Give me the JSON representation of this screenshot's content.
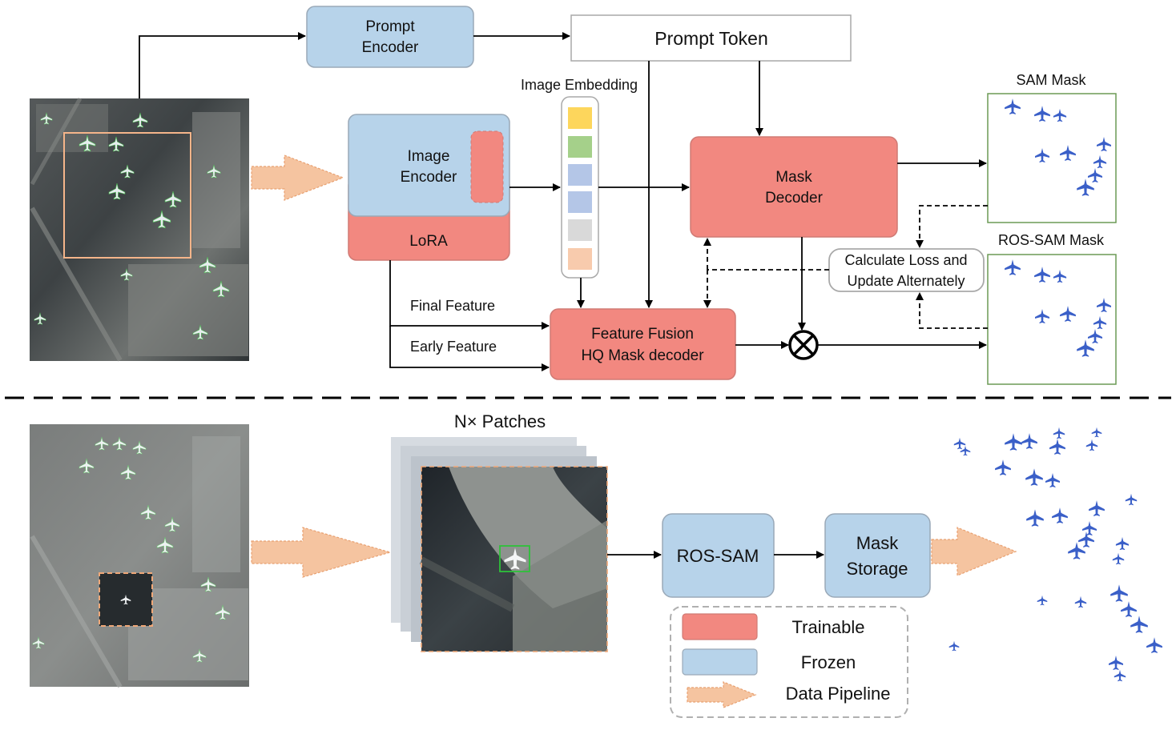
{
  "top": {
    "prompt_encoder": [
      "Prompt",
      "Encoder"
    ],
    "prompt_token": "Prompt Token",
    "image_embedding": "Image Embedding",
    "image_encoder": [
      "Image",
      "Encoder"
    ],
    "lora": "LoRA",
    "mask_decoder": [
      "Mask",
      "Decoder"
    ],
    "final_feature": "Final Feature",
    "early_feature": "Early Feature",
    "fusion_decoder": [
      "Feature Fusion",
      "HQ Mask decoder"
    ],
    "calc_loss": [
      "Calculate Loss and",
      "Update Alternately"
    ],
    "sam_mask": "SAM Mask",
    "ros_sam_mask": "ROS-SAM Mask"
  },
  "bottom": {
    "patches": "N× Patches",
    "ros_sam": "ROS-SAM",
    "mask_storage": [
      "Mask",
      "Storage"
    ]
  },
  "legend": {
    "trainable": "Trainable",
    "frozen": "Frozen",
    "pipeline": "Data Pipeline"
  },
  "colors": {
    "trainable": "#f28880",
    "frozen": "#b7d3ea",
    "pipeline": "#f5c4a0",
    "mask_plane": "#3a5fc8",
    "mask_border": "#6b9a55",
    "embedding": [
      "#fdd65c",
      "#a5d08a",
      "#b4c6e7",
      "#b4c6e7",
      "#d9d9d9",
      "#f8cbad"
    ]
  },
  "icons": {
    "multiply": "circled-times-icon",
    "plane": "airplane-icon"
  }
}
